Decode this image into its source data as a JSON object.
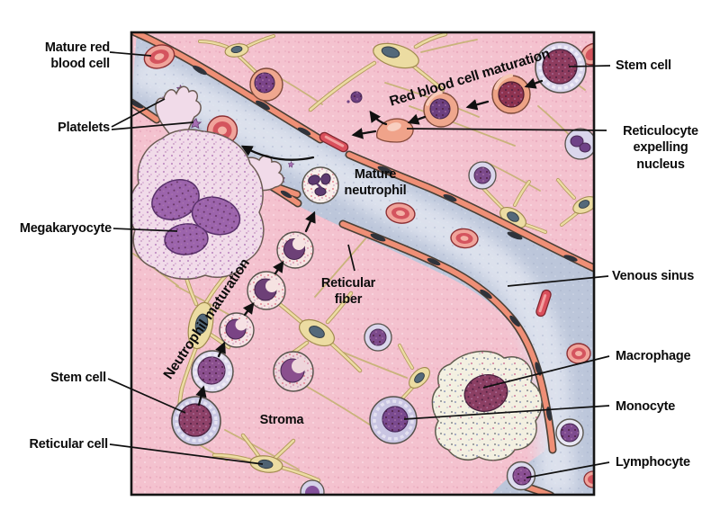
{
  "figure": {
    "type": "anatomical-illustration",
    "subject": "Bone marrow: blood cell formation around a venous sinus"
  },
  "labels": {
    "mature_red_blood_cell": "Mature red blood cell",
    "platelets": "Platelets",
    "megakaryocyte": "Megakaryocyte",
    "stem_cell_left": "Stem cell",
    "reticular_cell": "Reticular cell",
    "stem_cell_right": "Stem cell",
    "reticulocyte_expelling_nucleus": "Reticulocyte expelling nucleus",
    "venous_sinus": "Venous sinus",
    "macrophage": "Macrophage",
    "monocyte": "Monocyte",
    "lymphocyte": "Lymphocyte",
    "red_blood_cell_maturation": "Red blood cell maturation",
    "mature_neutrophil": "Mature neutrophil",
    "neutrophil_maturation": "Neutrophil maturation",
    "reticular_fiber": "Reticular fiber",
    "stroma": "Stroma"
  },
  "depicted_elements": [
    "venous sinus with endothelial lining",
    "red blood cells and side-view red cell rods",
    "megakaryocyte shedding platelets through sinus wall",
    "platelet fragments",
    "stem cells",
    "neutrophil maturation series with arrows",
    "red blood cell maturation series with arrows",
    "reticulocyte expelling its nucleus",
    "reticular cells and reticular fibers",
    "macrophage",
    "monocyte",
    "lymphocyte",
    "stroma"
  ],
  "colors": {
    "background": "#ffffff",
    "border": "#151515",
    "stroma_pink": "#f4c2cf",
    "sinus_blue": "#bcc6da",
    "lining_salmon": "#ef8f76",
    "reticular_yellow": "#ecdca2",
    "megakaryocyte_cytoplasm": "#f1dbe9",
    "nucleus_purple": "#8a4f8e",
    "stem_nucleus_maroon": "#8e4168",
    "rbc_red": "#d4545e",
    "macrophage_cream": "#f3f0e1",
    "label_text": "#0b0b0b"
  }
}
